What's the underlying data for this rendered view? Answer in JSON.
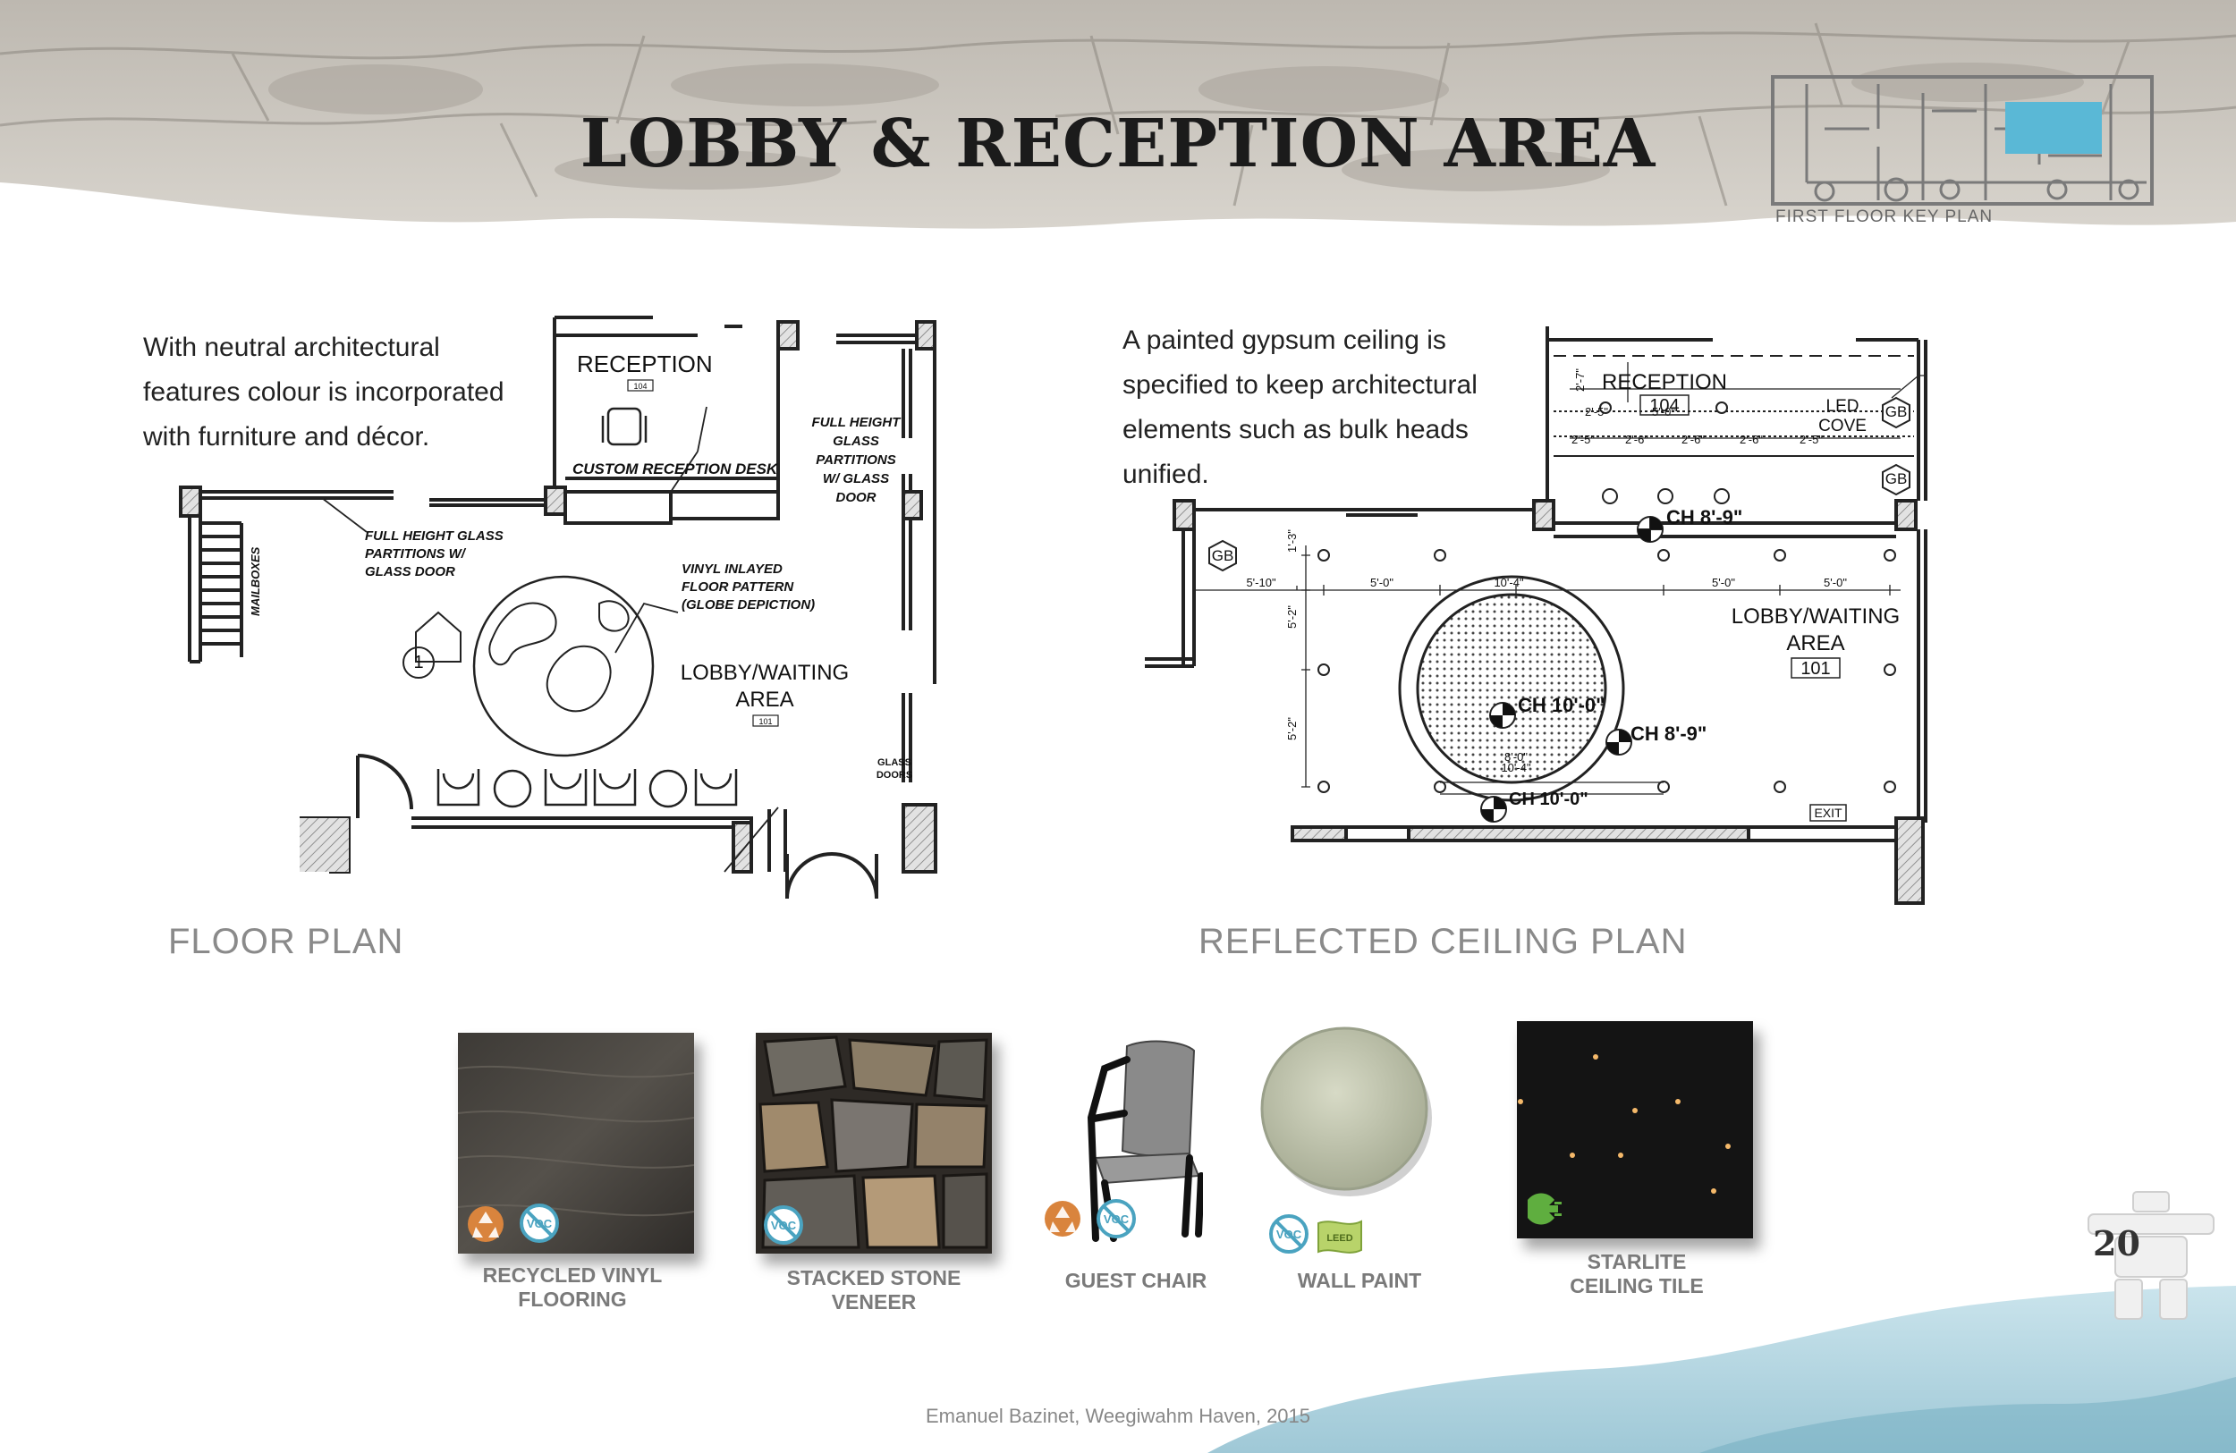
{
  "header": {
    "title": "LOBBY & RECEPTION AREA",
    "key_plan_label": "FIRST FLOOR KEY PLAN"
  },
  "floor_plan": {
    "description": "With neutral architectural features colour is incorporated with furniture and décor.",
    "desc_lines": [
      "With neutral architectural",
      "features colour is incorporated",
      "with furniture and décor."
    ],
    "label": "FLOOR PLAN",
    "room_reception": "RECEPTION",
    "room_reception_no": "104",
    "desk_label": "CUSTOM RECEPTION DESK",
    "note_partitions_right": [
      "FULL HEIGHT",
      "GLASS",
      "PARTITIONS",
      "W/ GLASS",
      "DOOR"
    ],
    "note_partitions_left": [
      "FULL HEIGHT GLASS",
      "PARTITIONS W/",
      "GLASS DOOR"
    ],
    "note_vinyl": [
      "VINYL INLAYED",
      "FLOOR PATTERN",
      "(GLOBE DEPICTION)"
    ],
    "mailboxes": "MAILBOXES",
    "room_lobby": [
      "LOBBY/WAITING",
      "AREA"
    ],
    "room_lobby_no": "101",
    "section_marker": "1",
    "glass_doors": [
      "GLASS",
      "DOORS"
    ]
  },
  "ceiling_plan": {
    "description": "A painted gypsum ceiling is specified to keep architectural elements such as bulk heads unified.",
    "desc_lines": [
      "A painted gypsum ceiling is",
      "specified to keep architectural",
      "elements such as bulk heads",
      "unified."
    ],
    "label": "REFLECTED CEILING PLAN",
    "room_reception": "RECEPTION",
    "room_reception_no": "104",
    "led_cove": [
      "LED",
      "COVE"
    ],
    "gb": "GB",
    "room_lobby": [
      "LOBBY/WAITING",
      "AREA"
    ],
    "room_lobby_no": "101",
    "ch_reception": "CH 8'-9\"",
    "ch_center_1": "CH 10'-0\"",
    "ch_ring": "CH 8'-9\"",
    "ch_center_2": "CH 10'-0\"",
    "exit": "EXIT",
    "dims_top": [
      "5'-10\"",
      "5'-0\"",
      "10'-4\"",
      "5'-0\"",
      "5'-0\""
    ],
    "dims_side": [
      "1'-3\"",
      "5'-2\"",
      "5'-2\""
    ],
    "dims_reception_row1": [
      "2'-5\"",
      "5'-0\""
    ],
    "dims_reception_row2": [
      "2'-5\"",
      "2'-6\"",
      "2'-6\"",
      "2'-6\"",
      "2'-5\""
    ],
    "dim_reception_vert": "2'-7\"",
    "dims_bottom": [
      "8'-0\"",
      "10'-4\""
    ]
  },
  "materials": [
    {
      "name": [
        "RECYCLED VINYL",
        "FLOORING"
      ],
      "badges": [
        "recycle-icon",
        "no-voc-icon"
      ]
    },
    {
      "name": [
        "STACKED STONE",
        "VENEER"
      ],
      "badges": [
        "no-voc-icon"
      ]
    },
    {
      "name": [
        "GUEST CHAIR"
      ],
      "badges": [
        "recycle-icon",
        "no-voc-icon"
      ]
    },
    {
      "name": [
        "WALL PAINT"
      ],
      "badges": [
        "no-voc-icon",
        "leed-icon"
      ]
    },
    {
      "name": [
        "STARLITE",
        "CEILING TILE"
      ],
      "badges": [
        "energy-plug-icon"
      ]
    }
  ],
  "badge_text": {
    "voc": "VOC",
    "leed": "LEED"
  },
  "footer": {
    "credit": "Emanuel Bazinet, Weegiwahm Haven, 2015",
    "page_number": "20"
  },
  "colors": {
    "accent_blue": "#5ab8d6",
    "plan_line": "#222222",
    "label_grey": "#8a8a8a"
  }
}
